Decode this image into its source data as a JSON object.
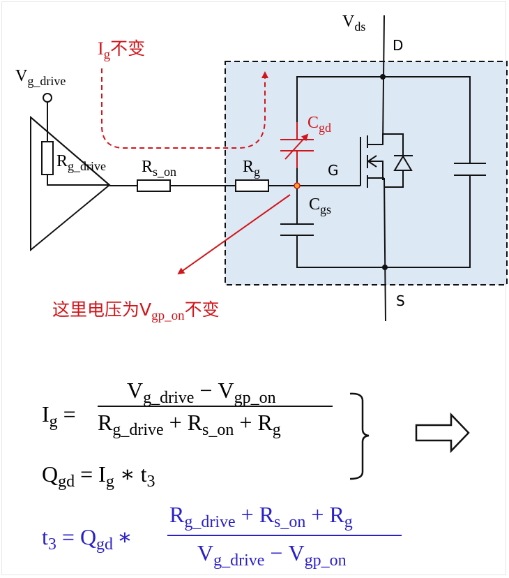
{
  "colors": {
    "module_fill": "#dde8f5",
    "annotation_red": "#d0161b",
    "formula_blue": "#2a20c8",
    "node_dot": "#f5a623"
  },
  "circuit": {
    "labels": {
      "v_drive_main": "V",
      "v_drive_sub": "g_drive",
      "r_drive_main": "R",
      "r_drive_sub": "g_drive",
      "r_son_main": "R",
      "r_son_sub": "s_on",
      "r_g_main": "R",
      "r_g_sub": "g",
      "c_gd_main": "C",
      "c_gd_sub": "gd",
      "c_gs_main": "C",
      "c_gs_sub": "gs",
      "gate": "G",
      "drain": "D",
      "source": "S",
      "vds_main": "V",
      "vds_sub": "ds"
    },
    "annotations": {
      "ig_main": "I",
      "ig_sub": "g",
      "ig_text": "不变",
      "node_prefix": "这里电压为V",
      "node_sub": "gp_on",
      "node_suffix": "不变"
    }
  },
  "formulas": {
    "eq1": {
      "lhs_main": "I",
      "lhs_sub": "g",
      "eq": "=",
      "num_a_main": "V",
      "num_a_sub": "g_drive",
      "minus": "−",
      "num_b_main": "V",
      "num_b_sub": "gp_on",
      "den_a_main": "R",
      "den_a_sub": "g_drive",
      "plus": "+",
      "den_b_main": "R",
      "den_b_sub": "s_on",
      "den_c_main": "R",
      "den_c_sub": "g"
    },
    "eq2": {
      "lhs_main": "Q",
      "lhs_sub": "gd",
      "eq": "=",
      "a_main": "I",
      "a_sub": "g",
      "times": "∗",
      "b_main": "t",
      "b_sub": "3"
    },
    "eq3": {
      "lhs_main": "t",
      "lhs_sub": "3",
      "eq": "=",
      "q_main": "Q",
      "q_sub": "gd",
      "times": "∗",
      "num_a_main": "R",
      "num_a_sub": "g_drive",
      "plus": "+",
      "num_b_main": "R",
      "num_b_sub": "s_on",
      "num_c_main": "R",
      "num_c_sub": "g",
      "den_a_main": "V",
      "den_a_sub": "g_drive",
      "minus": "−",
      "den_b_main": "V",
      "den_b_sub": "gp_on"
    }
  }
}
